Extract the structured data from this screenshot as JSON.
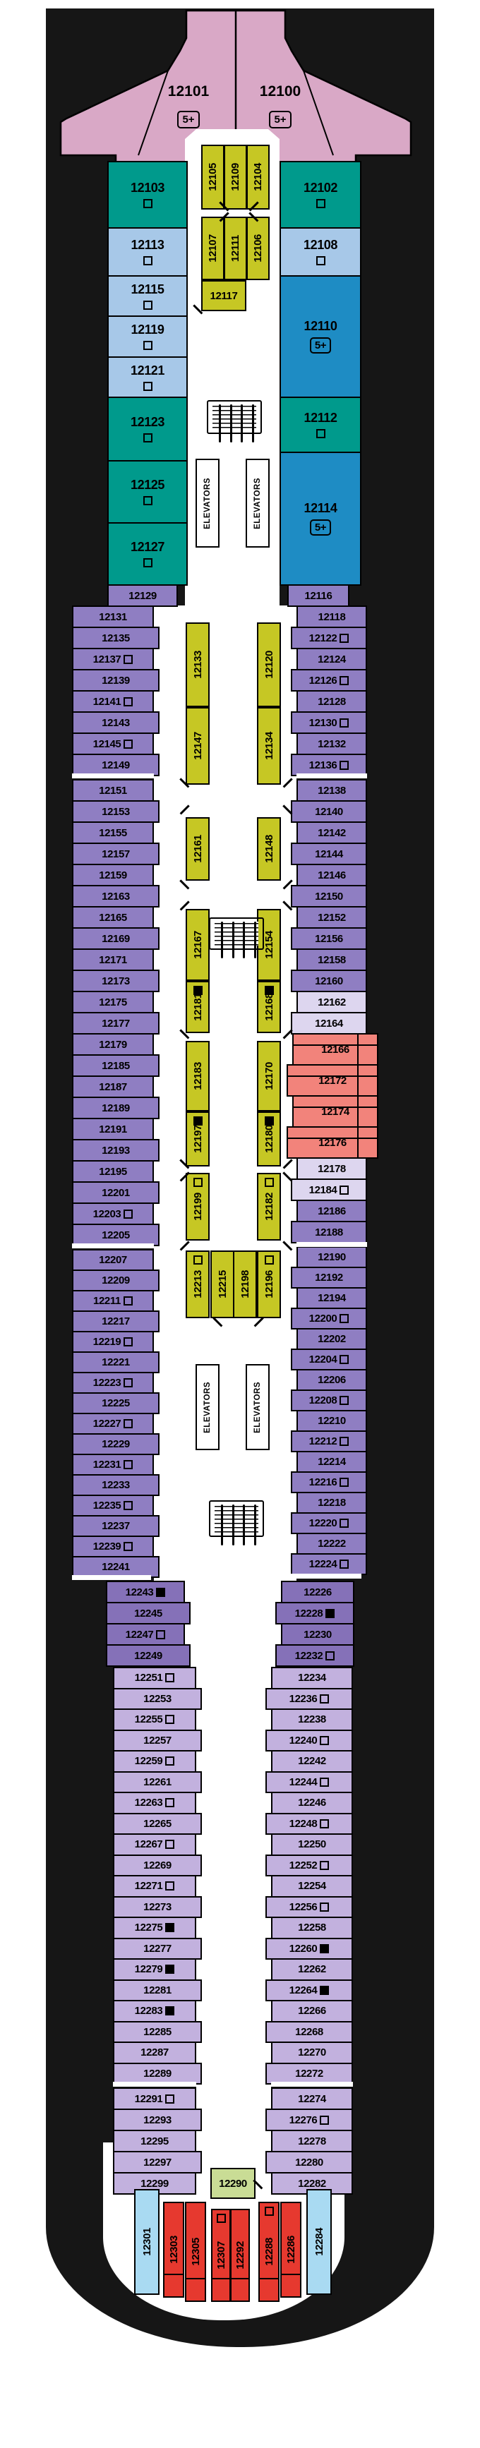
{
  "palette": {
    "hull": "#161616",
    "pink": "#d9a8c6",
    "teal": "#009a8c",
    "ltblue": "#a7c8e8",
    "blue": "#1e8cc4",
    "yellow": "#c6c724",
    "purple": "#8f7ec2",
    "purpledark": "#8571b8",
    "lavender": "#c2b1de",
    "pale": "#ddd6ef",
    "salmon": "#f2837b",
    "red": "#e6392f",
    "aftblue": "#a9daf2",
    "green": "#c9dc95",
    "corridor": "#ffffff",
    "ink": "#000000"
  },
  "wing_suites": {
    "port": {
      "number": "12101",
      "badge": "5+"
    },
    "starboard": {
      "number": "12100",
      "badge": "5+"
    }
  },
  "labels": {
    "elevators": "ELEVATORS"
  },
  "cabins": {
    "top_left": [
      {
        "n": "12103",
        "sq": "open"
      },
      {
        "n": "12113",
        "sq": "open"
      },
      {
        "n": "12115",
        "sq": "open"
      },
      {
        "n": "12119",
        "sq": "open"
      },
      {
        "n": "12121",
        "sq": "open"
      },
      {
        "n": "12123",
        "sq": "open"
      },
      {
        "n": "12125",
        "sq": "open"
      },
      {
        "n": "12127",
        "sq": "open"
      }
    ],
    "top_right": [
      {
        "n": "12102",
        "sq": "open"
      },
      {
        "n": "12108",
        "sq": "open"
      },
      {
        "n": "12110",
        "badge": "5+"
      },
      {
        "n": "12112",
        "sq": "open"
      },
      {
        "n": "12114",
        "badge": "5+"
      }
    ],
    "row_12129": {
      "n": "12129"
    },
    "row_12116": {
      "n": "12116"
    },
    "left_groups": [
      [
        {
          "n": "12131"
        },
        {
          "n": "12135"
        },
        {
          "n": "12137",
          "sq": "open"
        },
        {
          "n": "12139"
        },
        {
          "n": "12141",
          "sq": "open"
        },
        {
          "n": "12143"
        },
        {
          "n": "12145",
          "sq": "open"
        },
        {
          "n": "12149"
        }
      ],
      [
        {
          "n": "12151"
        },
        {
          "n": "12153"
        },
        {
          "n": "12155"
        },
        {
          "n": "12157"
        },
        {
          "n": "12159"
        },
        {
          "n": "12163"
        },
        {
          "n": "12165"
        },
        {
          "n": "12169"
        },
        {
          "n": "12171"
        },
        {
          "n": "12173"
        },
        {
          "n": "12175"
        },
        {
          "n": "12177"
        },
        {
          "n": "12179"
        },
        {
          "n": "12185"
        },
        {
          "n": "12187"
        },
        {
          "n": "12189"
        },
        {
          "n": "12191"
        },
        {
          "n": "12193"
        },
        {
          "n": "12195"
        },
        {
          "n": "12201"
        },
        {
          "n": "12203",
          "sq": "open"
        },
        {
          "n": "12205"
        }
      ],
      [
        {
          "n": "12207"
        },
        {
          "n": "12209"
        },
        {
          "n": "12211",
          "sq": "open"
        },
        {
          "n": "12217"
        },
        {
          "n": "12219",
          "sq": "open"
        },
        {
          "n": "12221"
        },
        {
          "n": "12223",
          "sq": "open"
        },
        {
          "n": "12225"
        },
        {
          "n": "12227",
          "sq": "open"
        },
        {
          "n": "12229"
        },
        {
          "n": "12231",
          "sq": "open"
        },
        {
          "n": "12233"
        },
        {
          "n": "12235",
          "sq": "open"
        },
        {
          "n": "12237"
        },
        {
          "n": "12239",
          "sq": "open"
        },
        {
          "n": "12241"
        }
      ],
      [
        {
          "n": "12243",
          "sq": "filled"
        },
        {
          "n": "12245"
        },
        {
          "n": "12247",
          "sq": "open"
        },
        {
          "n": "12249"
        }
      ],
      [
        {
          "n": "12251",
          "sq": "open"
        },
        {
          "n": "12253"
        },
        {
          "n": "12255",
          "sq": "open"
        },
        {
          "n": "12257"
        },
        {
          "n": "12259",
          "sq": "open"
        },
        {
          "n": "12261"
        },
        {
          "n": "12263",
          "sq": "open"
        },
        {
          "n": "12265"
        },
        {
          "n": "12267",
          "sq": "open"
        },
        {
          "n": "12269"
        },
        {
          "n": "12271",
          "sq": "open"
        },
        {
          "n": "12273"
        },
        {
          "n": "12275",
          "sq": "filled"
        },
        {
          "n": "12277"
        },
        {
          "n": "12279",
          "sq": "filled"
        },
        {
          "n": "12281"
        },
        {
          "n": "12283",
          "sq": "filled"
        },
        {
          "n": "12285"
        },
        {
          "n": "12287"
        },
        {
          "n": "12289"
        }
      ],
      [
        {
          "n": "12291",
          "sq": "open"
        },
        {
          "n": "12293"
        },
        {
          "n": "12295"
        },
        {
          "n": "12297"
        },
        {
          "n": "12299"
        }
      ]
    ],
    "right_groups": [
      [
        {
          "n": "12118"
        },
        {
          "n": "12122",
          "sq": "open"
        },
        {
          "n": "12124"
        },
        {
          "n": "12126",
          "sq": "open"
        },
        {
          "n": "12128"
        },
        {
          "n": "12130",
          "sq": "open"
        },
        {
          "n": "12132"
        },
        {
          "n": "12136",
          "sq": "open"
        }
      ],
      [
        {
          "n": "12138"
        },
        {
          "n": "12140"
        },
        {
          "n": "12142"
        },
        {
          "n": "12144"
        },
        {
          "n": "12146"
        },
        {
          "n": "12150"
        },
        {
          "n": "12152"
        },
        {
          "n": "12156"
        },
        {
          "n": "12158"
        },
        {
          "n": "12160"
        }
      ],
      [
        {
          "n": "12162"
        },
        {
          "n": "12164"
        }
      ],
      [
        {
          "n": "12166"
        },
        {
          "n": "12172"
        },
        {
          "n": "12174"
        },
        {
          "n": "12176"
        }
      ],
      [
        {
          "n": "12178"
        },
        {
          "n": "12184",
          "sq": "open"
        }
      ],
      [
        {
          "n": "12186"
        },
        {
          "n": "12188"
        }
      ],
      [
        {
          "n": "12190"
        },
        {
          "n": "12192"
        },
        {
          "n": "12194"
        },
        {
          "n": "12200",
          "sq": "open"
        },
        {
          "n": "12202"
        },
        {
          "n": "12204",
          "sq": "open"
        },
        {
          "n": "12206"
        },
        {
          "n": "12208",
          "sq": "open"
        },
        {
          "n": "12210"
        },
        {
          "n": "12212",
          "sq": "open"
        },
        {
          "n": "12214"
        },
        {
          "n": "12216",
          "sq": "open"
        },
        {
          "n": "12218"
        },
        {
          "n": "12220",
          "sq": "open"
        },
        {
          "n": "12222"
        },
        {
          "n": "12224",
          "sq": "open"
        }
      ],
      [
        {
          "n": "12226"
        },
        {
          "n": "12228",
          "sq": "filled"
        },
        {
          "n": "12230"
        },
        {
          "n": "12232",
          "sq": "open"
        }
      ],
      [
        {
          "n": "12234"
        },
        {
          "n": "12236",
          "sq": "open"
        },
        {
          "n": "12238"
        },
        {
          "n": "12240",
          "sq": "open"
        },
        {
          "n": "12242"
        },
        {
          "n": "12244",
          "sq": "open"
        },
        {
          "n": "12246"
        },
        {
          "n": "12248",
          "sq": "open"
        },
        {
          "n": "12250"
        },
        {
          "n": "12252",
          "sq": "open"
        },
        {
          "n": "12254"
        },
        {
          "n": "12256",
          "sq": "open"
        },
        {
          "n": "12258"
        },
        {
          "n": "12260",
          "sq": "filled"
        },
        {
          "n": "12262"
        },
        {
          "n": "12264",
          "sq": "filled"
        },
        {
          "n": "12266"
        },
        {
          "n": "12268"
        },
        {
          "n": "12270"
        },
        {
          "n": "12272"
        }
      ],
      [
        {
          "n": "12274"
        },
        {
          "n": "12276",
          "sq": "open"
        },
        {
          "n": "12278"
        },
        {
          "n": "12280"
        },
        {
          "n": "12282"
        }
      ]
    ],
    "inner_top_rows": [
      [
        {
          "n": "12105"
        },
        {
          "n": "12109"
        },
        {
          "n": "12104"
        }
      ],
      [
        {
          "n": "12107"
        },
        {
          "n": "12111"
        },
        {
          "n": "12106"
        }
      ]
    ],
    "inner_12117": {
      "n": "12117"
    },
    "inner_left": [
      {
        "n": "12133"
      },
      {
        "n": "12147"
      },
      {
        "n": "12161"
      },
      {
        "n": "12167"
      },
      {
        "n": "12181",
        "sq": "filled"
      },
      {
        "n": "12183"
      },
      {
        "n": "12197",
        "sq": "filled"
      },
      {
        "n": "12199",
        "sq": "open"
      },
      {
        "n": "12213",
        "sq": "open"
      }
    ],
    "inner_right": [
      {
        "n": "12120"
      },
      {
        "n": "12134"
      },
      {
        "n": "12148"
      },
      {
        "n": "12154"
      },
      {
        "n": "12168",
        "sq": "filled"
      },
      {
        "n": "12170"
      },
      {
        "n": "12180",
        "sq": "filled"
      },
      {
        "n": "12182",
        "sq": "open"
      },
      {
        "n": "12196",
        "sq": "open"
      }
    ],
    "inner_center": [
      {
        "n": "12215"
      },
      {
        "n": "12198"
      }
    ],
    "aft_green": {
      "n": "12290"
    },
    "aft_blue": [
      {
        "n": "12301"
      },
      {
        "n": "12284"
      }
    ],
    "aft_red": [
      {
        "n": "12303"
      },
      {
        "n": "12305"
      },
      {
        "n": "12307",
        "sq": "open"
      },
      {
        "n": "12292"
      },
      {
        "n": "12288",
        "sq": "open"
      },
      {
        "n": "12286"
      }
    ]
  }
}
